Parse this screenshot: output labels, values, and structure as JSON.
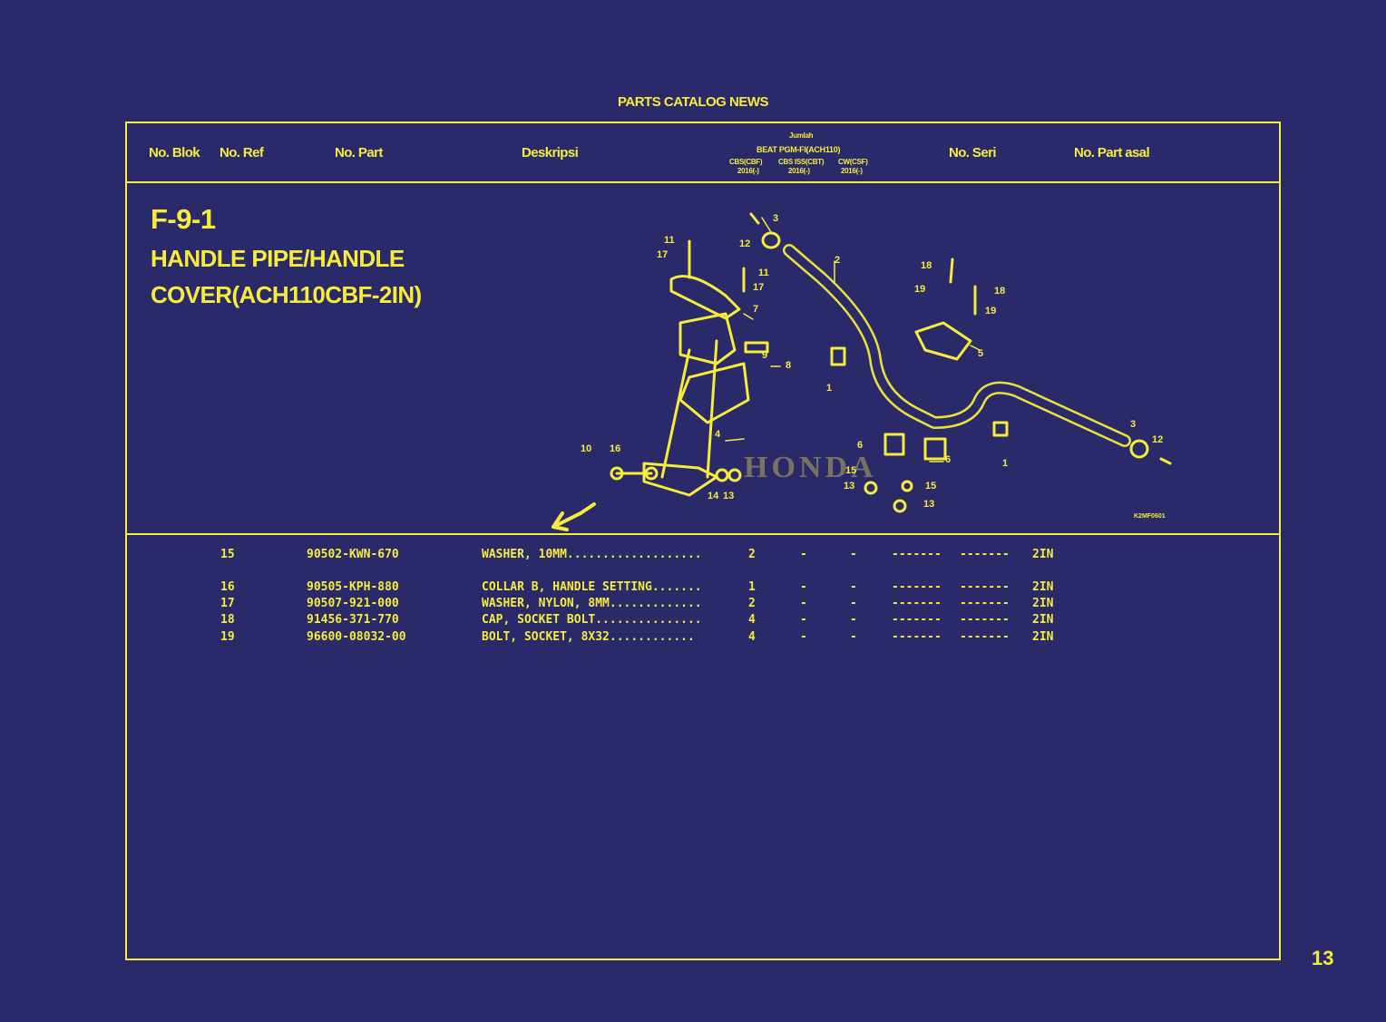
{
  "header": {
    "title": "PARTS CATALOG NEWS"
  },
  "columns": {
    "blok": "No. Blok",
    "ref": "No. Ref",
    "part": "No. Part",
    "desc": "Deskripsi",
    "jumlah": "Jumlah",
    "model": "BEAT PGM-FI(ACH110)",
    "sub1": "CBS(CBF)",
    "sub2": "CBS ISS(CBT)",
    "sub3": "CW(CSF)",
    "yr1": "2016(-)",
    "yr2": "2016(-)",
    "yr3": "2016(-)",
    "seri": "No. Seri",
    "asal": "No. Part asal"
  },
  "block": {
    "code": "F-9-1",
    "name_line1": "HANDLE PIPE/HANDLE",
    "name_line2": "COVER(ACH110CBF-2IN)"
  },
  "diagram": {
    "watermark": "HONDA",
    "code": "K2MF0601",
    "callouts": [
      "1",
      "2",
      "3",
      "4",
      "5",
      "6",
      "7",
      "8",
      "9",
      "10",
      "11",
      "12",
      "13",
      "14",
      "15",
      "16",
      "17",
      "18",
      "19"
    ]
  },
  "parts": [
    {
      "ref": "15",
      "part": "90502-KWN-670",
      "desc": "WASHER, 10MM...................",
      "q1": "2",
      "q2": "-",
      "q3": "-",
      "s1": "-------",
      "s2": "-------",
      "seri": "2IN"
    },
    {
      "ref": "16",
      "part": "90505-KPH-880",
      "desc": "COLLAR B, HANDLE SETTING.......",
      "q1": "1",
      "q2": "-",
      "q3": "-",
      "s1": "-------",
      "s2": "-------",
      "seri": "2IN"
    },
    {
      "ref": "17",
      "part": "90507-921-000",
      "desc": "WASHER, NYLON, 8MM.............",
      "q1": "2",
      "q2": "-",
      "q3": "-",
      "s1": "-------",
      "s2": "-------",
      "seri": "2IN"
    },
    {
      "ref": "18",
      "part": "91456-371-770",
      "desc": "CAP, SOCKET BOLT...............",
      "q1": "4",
      "q2": "-",
      "q3": "-",
      "s1": "-------",
      "s2": "-------",
      "seri": "2IN"
    },
    {
      "ref": "19",
      "part": "96600-08032-00",
      "desc": "BOLT, SOCKET, 8X32............",
      "q1": "4",
      "q2": "-",
      "q3": "-",
      "s1": "-------",
      "s2": "-------",
      "seri": "2IN"
    }
  ],
  "page_number": "13",
  "colors": {
    "background": "#2a2a6b",
    "ink": "#f7ec3a"
  }
}
